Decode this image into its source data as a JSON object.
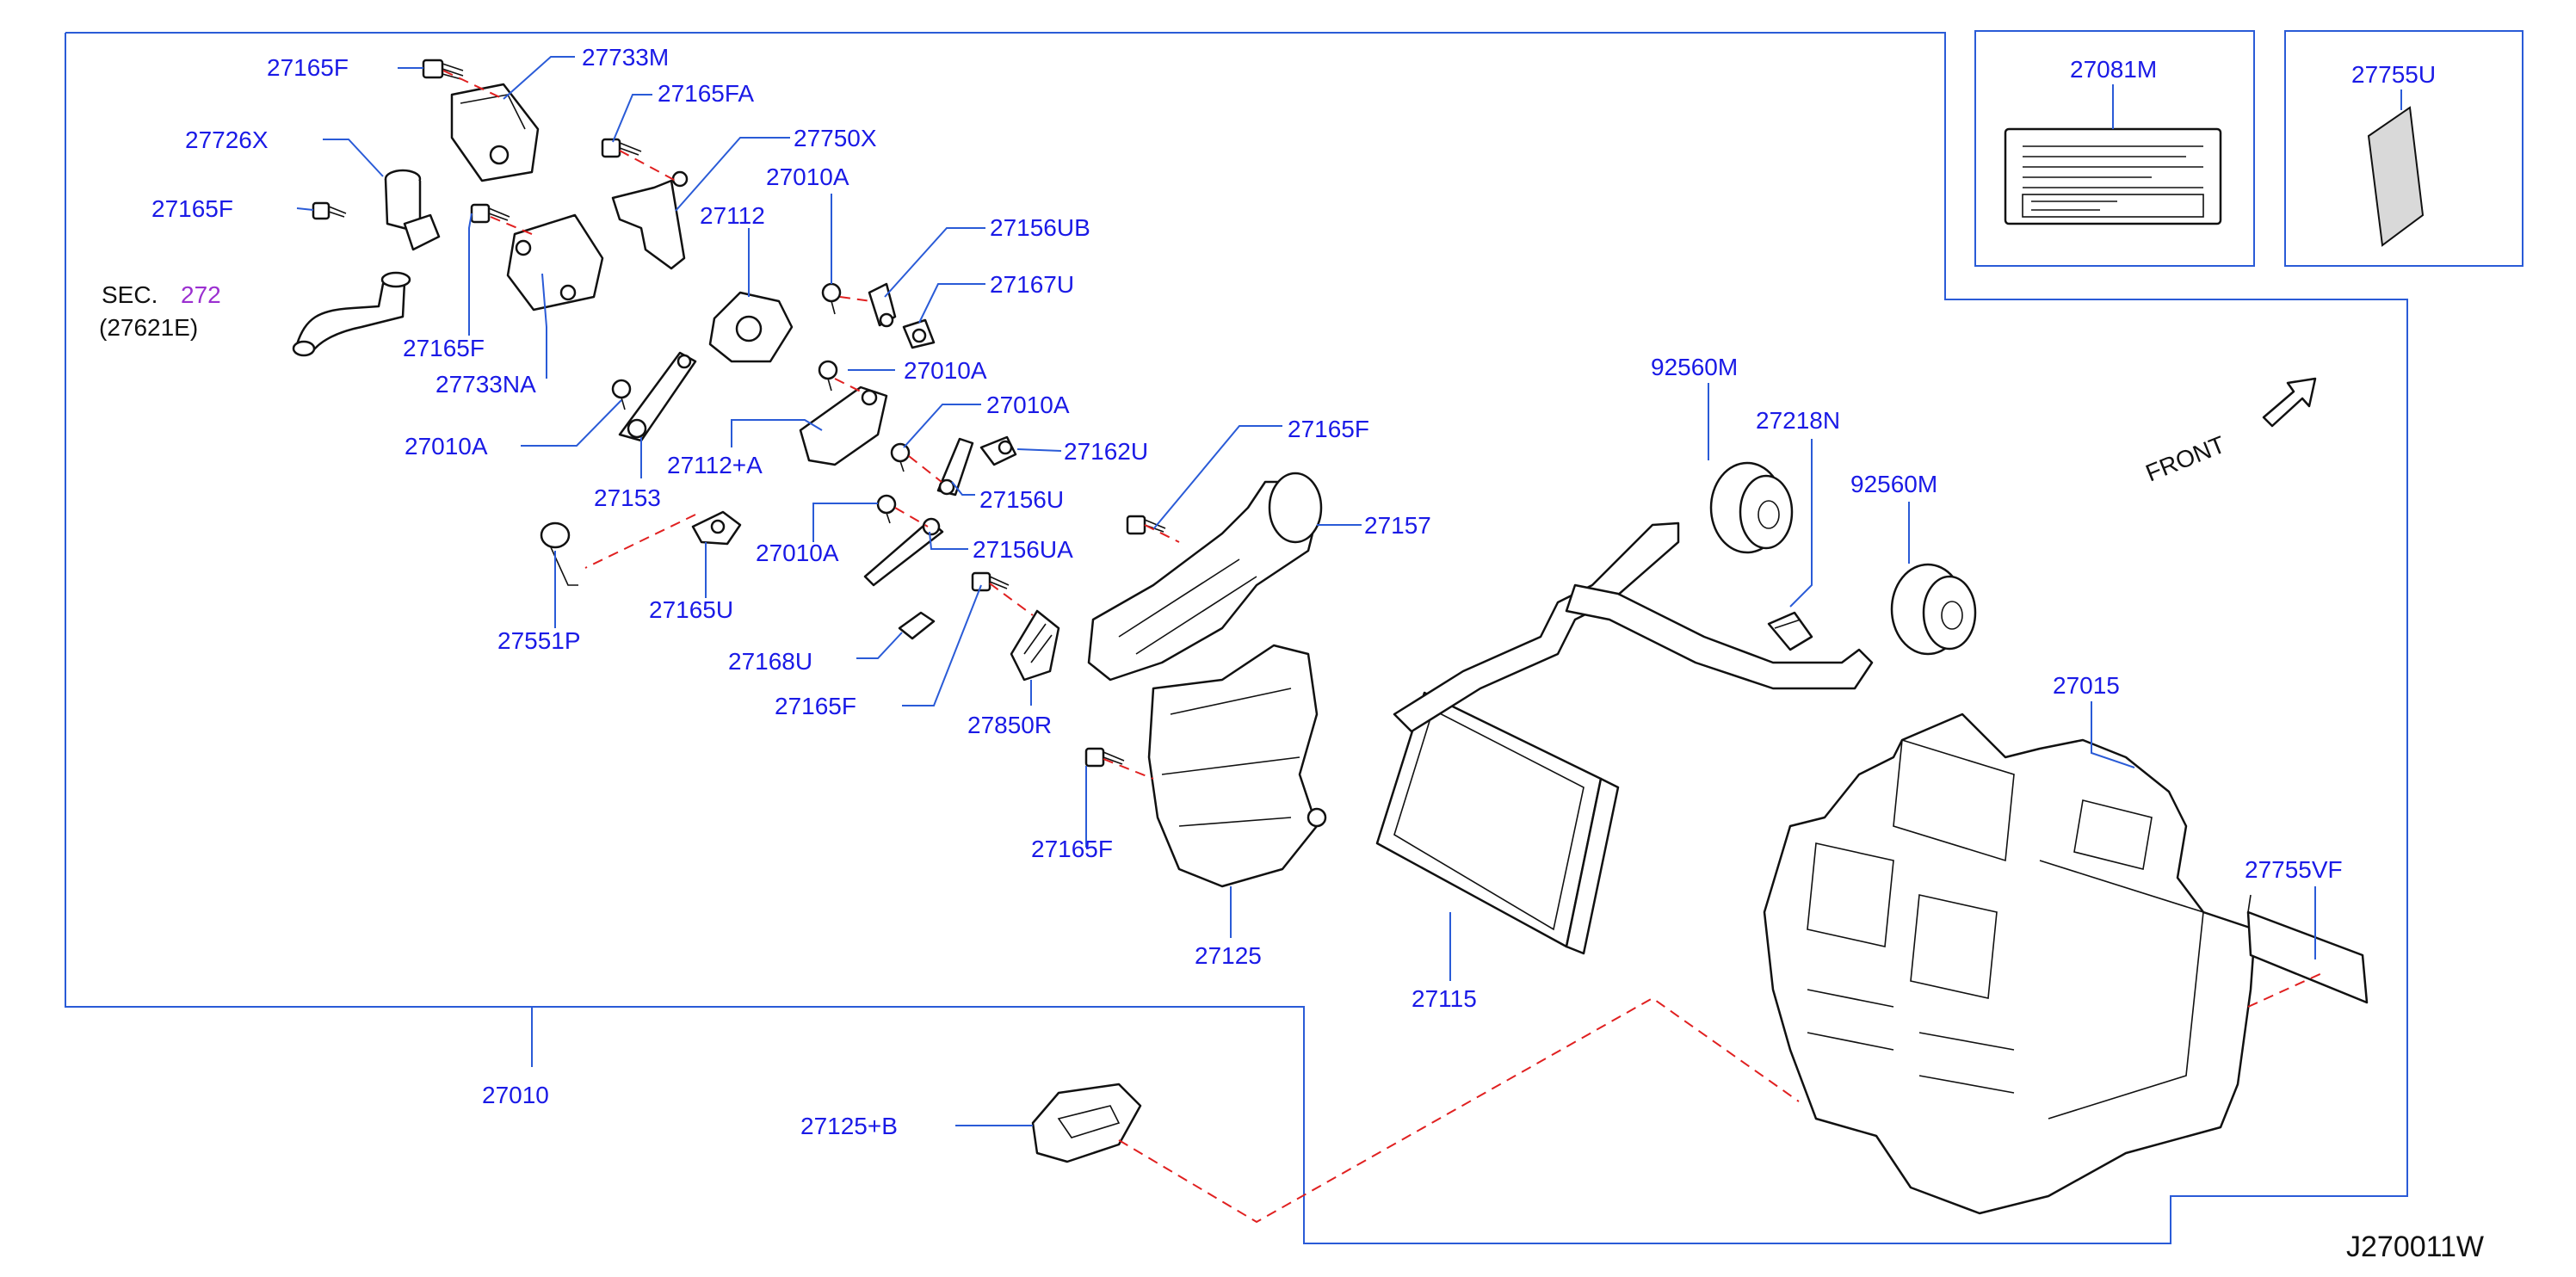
{
  "labels": {
    "p27165F_a": "27165F",
    "p27733M": "27733M",
    "p27165FA": "27165FA",
    "p27726X": "27726X",
    "p27750X": "27750X",
    "p27165F_b": "27165F",
    "p27010A_a": "27010A",
    "p27112": "27112",
    "p27156UB": "27156UB",
    "sec": "SEC.",
    "sec_num": "272",
    "p27621E": "(27621E)",
    "p27165F_c": "27165F",
    "p27167U": "27167U",
    "p27733NA": "27733NA",
    "p27010A_b": "27010A",
    "p27010A_c": "27010A",
    "p27010A_d": "27010A",
    "p27162U": "27162U",
    "p27112A": "27112+A",
    "p27153": "27153",
    "p27156U_a": "27156U",
    "p27165F_d": "27165F",
    "p27157": "27157",
    "p27010A_e": "27010A",
    "p27156UA": "27156UA",
    "p27165U": "27165U",
    "p27551P": "27551P",
    "p27168U": "27168U",
    "p27165F_e": "27165F",
    "p27850R": "27850R",
    "p27165F_f": "27165F",
    "p27125": "27125",
    "p27115": "27115",
    "p92560M_a": "92560M",
    "p27218N": "27218N",
    "p92560M_b": "92560M",
    "p27015": "27015",
    "p27755VF": "27755VF",
    "p27081M": "27081M",
    "p27755U": "27755U",
    "front": "FRONT",
    "p27010": "27010",
    "p27125B": "27125+B",
    "diagram_code": "J270011W"
  },
  "colors": {
    "label": "#1a1ae6",
    "leader": "#2a5bd7",
    "dashed_link": "#e02020",
    "section_ref": "#9b2fd0"
  }
}
